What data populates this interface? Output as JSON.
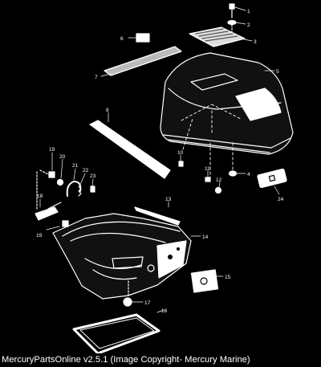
{
  "caption": "MercuryPartsOnline v2.5.1 (Image Copyright- Mercury Marine)",
  "callouts": [
    "1",
    "2",
    "3",
    "4",
    "5",
    "6",
    "7",
    "8",
    "10",
    "11",
    "12",
    "13",
    "14",
    "15",
    "16",
    "17",
    "18",
    "19",
    "19",
    "20",
    "21",
    "22",
    "23",
    "24"
  ],
  "colors": {
    "background": "#000000",
    "line": "#ffffff"
  }
}
